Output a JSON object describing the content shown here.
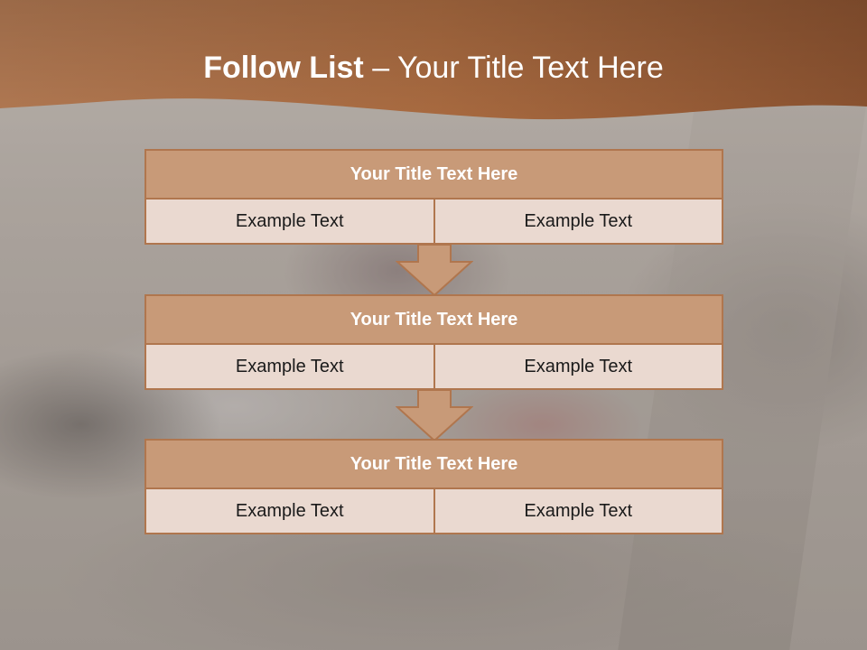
{
  "slide": {
    "title_bold": "Follow List",
    "title_rest": "– Your Title Text Here",
    "colors": {
      "header_band": "#a8693f",
      "block_title_fill": "#c89a78",
      "block_border": "#b0764e",
      "block_cell_fill": "#ead9d0",
      "arrow_fill": "#c89a78"
    }
  },
  "blocks": [
    {
      "title": "Your Title Text Here",
      "cells": [
        "Example Text",
        "Example Text"
      ]
    },
    {
      "title": "Your Title Text Here",
      "cells": [
        "Example Text",
        "Example Text"
      ]
    },
    {
      "title": "Your Title Text Here",
      "cells": [
        "Example Text",
        "Example Text"
      ]
    }
  ],
  "connectors": [
    "down-arrow-icon",
    "down-arrow-icon"
  ]
}
